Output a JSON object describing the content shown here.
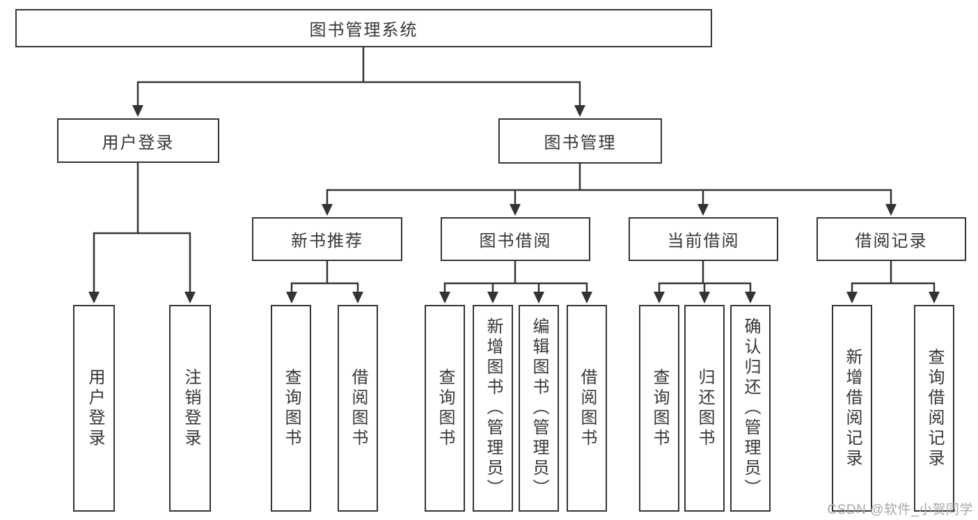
{
  "diagram": {
    "title": "图书管理系统",
    "colors": {
      "line": "#333333",
      "text": "#363636",
      "background": "#ffffff",
      "watermark": "#a7a7a7"
    },
    "tree": {
      "root": {
        "label": "图书管理系统",
        "children": [
          {
            "label": "用户登录",
            "children": [
              {
                "label": "用户登录"
              },
              {
                "label": "注销登录"
              }
            ]
          },
          {
            "label": "图书管理",
            "children": [
              {
                "label": "新书推荐",
                "children": [
                  {
                    "label": "查询图书"
                  },
                  {
                    "label": "借阅图书"
                  }
                ]
              },
              {
                "label": "图书借阅",
                "children": [
                  {
                    "label": "查询图书"
                  },
                  {
                    "label": "新增图书（管理员）"
                  },
                  {
                    "label": "编辑图书（管理员）"
                  },
                  {
                    "label": "借阅图书"
                  }
                ]
              },
              {
                "label": "当前借阅",
                "children": [
                  {
                    "label": "查询图书"
                  },
                  {
                    "label": "归还图书"
                  },
                  {
                    "label": "确认归还（管理员）"
                  }
                ]
              },
              {
                "label": "借阅记录",
                "children": [
                  {
                    "label": "新增借阅记录"
                  },
                  {
                    "label": "查询借阅记录"
                  }
                ]
              }
            ]
          }
        ]
      }
    },
    "watermark": {
      "text": "CSDN @软件_小贺同学"
    }
  }
}
